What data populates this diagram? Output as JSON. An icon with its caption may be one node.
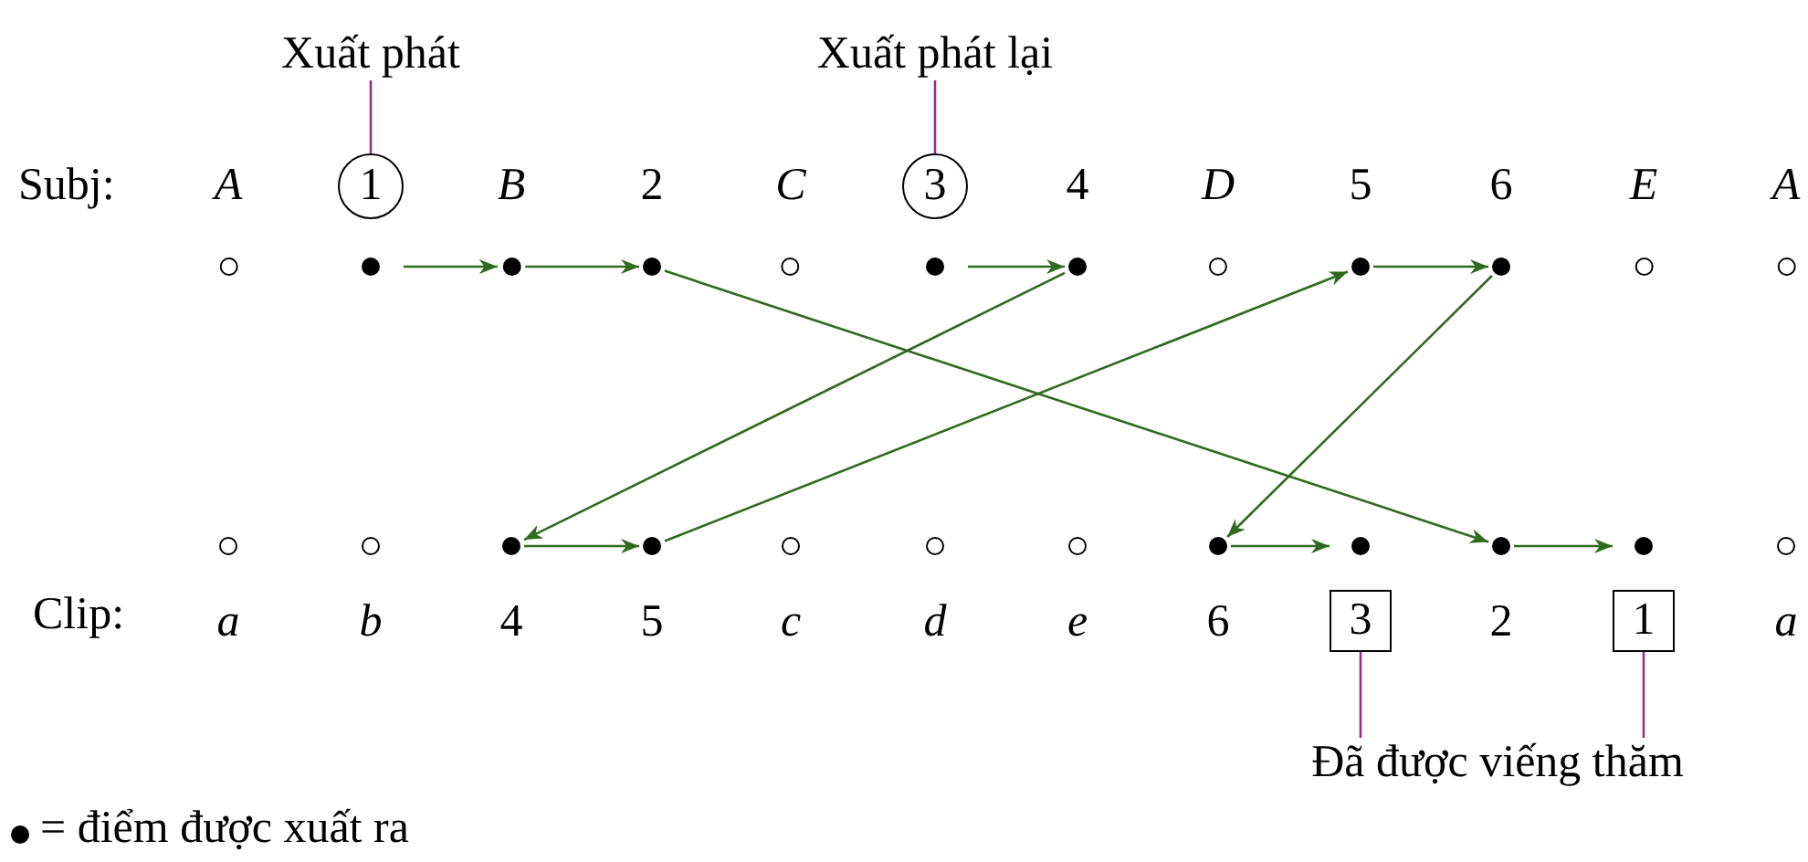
{
  "diagram": {
    "nodes": [
      {
        "text": [
          "Xuất phát"
        ]
      },
      {
        "text": [
          "Xuất phát lại"
        ]
      },
      {
        "text": [
          "A"
        ]
      },
      {
        "text": [
          "1"
        ]
      },
      {
        "text": [
          "B"
        ]
      },
      {
        "text": [
          "2"
        ]
      },
      {
        "text": [
          "C"
        ]
      },
      {
        "text": [
          "3"
        ]
      },
      {
        "text": [
          "4"
        ]
      },
      {
        "text": [
          "D"
        ]
      },
      {
        "text": [
          "5"
        ]
      },
      {
        "text": [
          "6"
        ]
      },
      {
        "text": [
          "E"
        ]
      },
      {
        "text": [
          "A"
        ]
      },
      {
        "text": [
          "a"
        ]
      },
      {
        "text": [
          "b"
        ]
      },
      {
        "text": [
          "4"
        ]
      },
      {
        "text": [
          "5"
        ]
      },
      {
        "text": [
          "c"
        ]
      },
      {
        "text": [
          "d"
        ]
      },
      {
        "text": [
          "e"
        ]
      },
      {
        "text": [
          "6"
        ]
      },
      {
        "text": [
          "3"
        ]
      },
      {
        "text": [
          "2"
        ]
      },
      {
        "text": [
          "1"
        ]
      },
      {
        "text": [
          "a"
        ]
      },
      {
        "text": [
          "Đã được viếng thăm"
        ]
      }
    ],
    "edges": [
      {
        "from": 0,
        "to": 3,
        "arrow": "none",
        "color": "#9b2d8a"
      },
      {
        "from": 1,
        "to": 7,
        "arrow": "none",
        "color": "#9b2d8a"
      },
      {
        "from": 3,
        "to": 4,
        "arrow": "to"
      },
      {
        "from": 4,
        "to": 5,
        "arrow": "to"
      },
      {
        "from": 5,
        "to": 23,
        "arrow": "to"
      },
      {
        "from": 23,
        "to": 24,
        "arrow": "to"
      },
      {
        "from": 7,
        "to": 8,
        "arrow": "to"
      },
      {
        "from": 8,
        "to": 16,
        "arrow": "to"
      },
      {
        "from": 16,
        "to": 17,
        "arrow": "to"
      },
      {
        "from": 17,
        "to": 10,
        "arrow": "to"
      },
      {
        "from": 10,
        "to": 11,
        "arrow": "to"
      },
      {
        "from": 11,
        "to": 21,
        "arrow": "to"
      },
      {
        "from": 21,
        "to": 22,
        "arrow": "to"
      },
      {
        "from": 26,
        "to": 22,
        "arrow": "none",
        "color": "#9b2d8a"
      },
      {
        "from": 26,
        "to": 24,
        "arrow": "none",
        "color": "#9b2d8a"
      }
    ],
    "labels": [
      "Subj:",
      "Clip:"
    ],
    "legend": [
      {
        "text": "= điểm được xuất ra"
      }
    ]
  }
}
